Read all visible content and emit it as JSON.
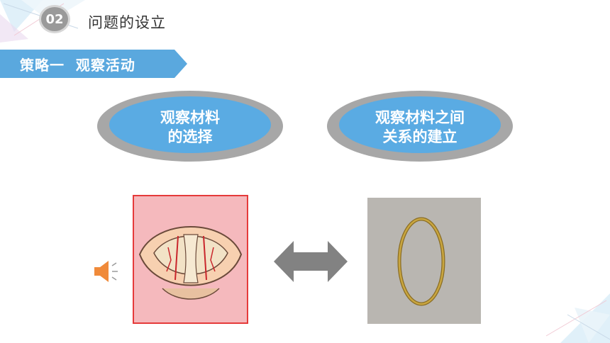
{
  "header": {
    "number": "02",
    "title": "问题的设立"
  },
  "banner": {
    "text": "策略一  观察活动",
    "color": "#5aa8de"
  },
  "cards": [
    {
      "line1": "观察材料",
      "line2": "的选择"
    },
    {
      "line1": "观察材料之间",
      "line2": "关系的建立"
    }
  ],
  "colors": {
    "pill_fill": "#5aabe3",
    "pill_border": "#a7a7a7",
    "arrow": "#828282",
    "speaker": "#f08a3a"
  },
  "icons": {
    "speaker": "speaker-icon",
    "arrow": "double-arrow-icon"
  }
}
